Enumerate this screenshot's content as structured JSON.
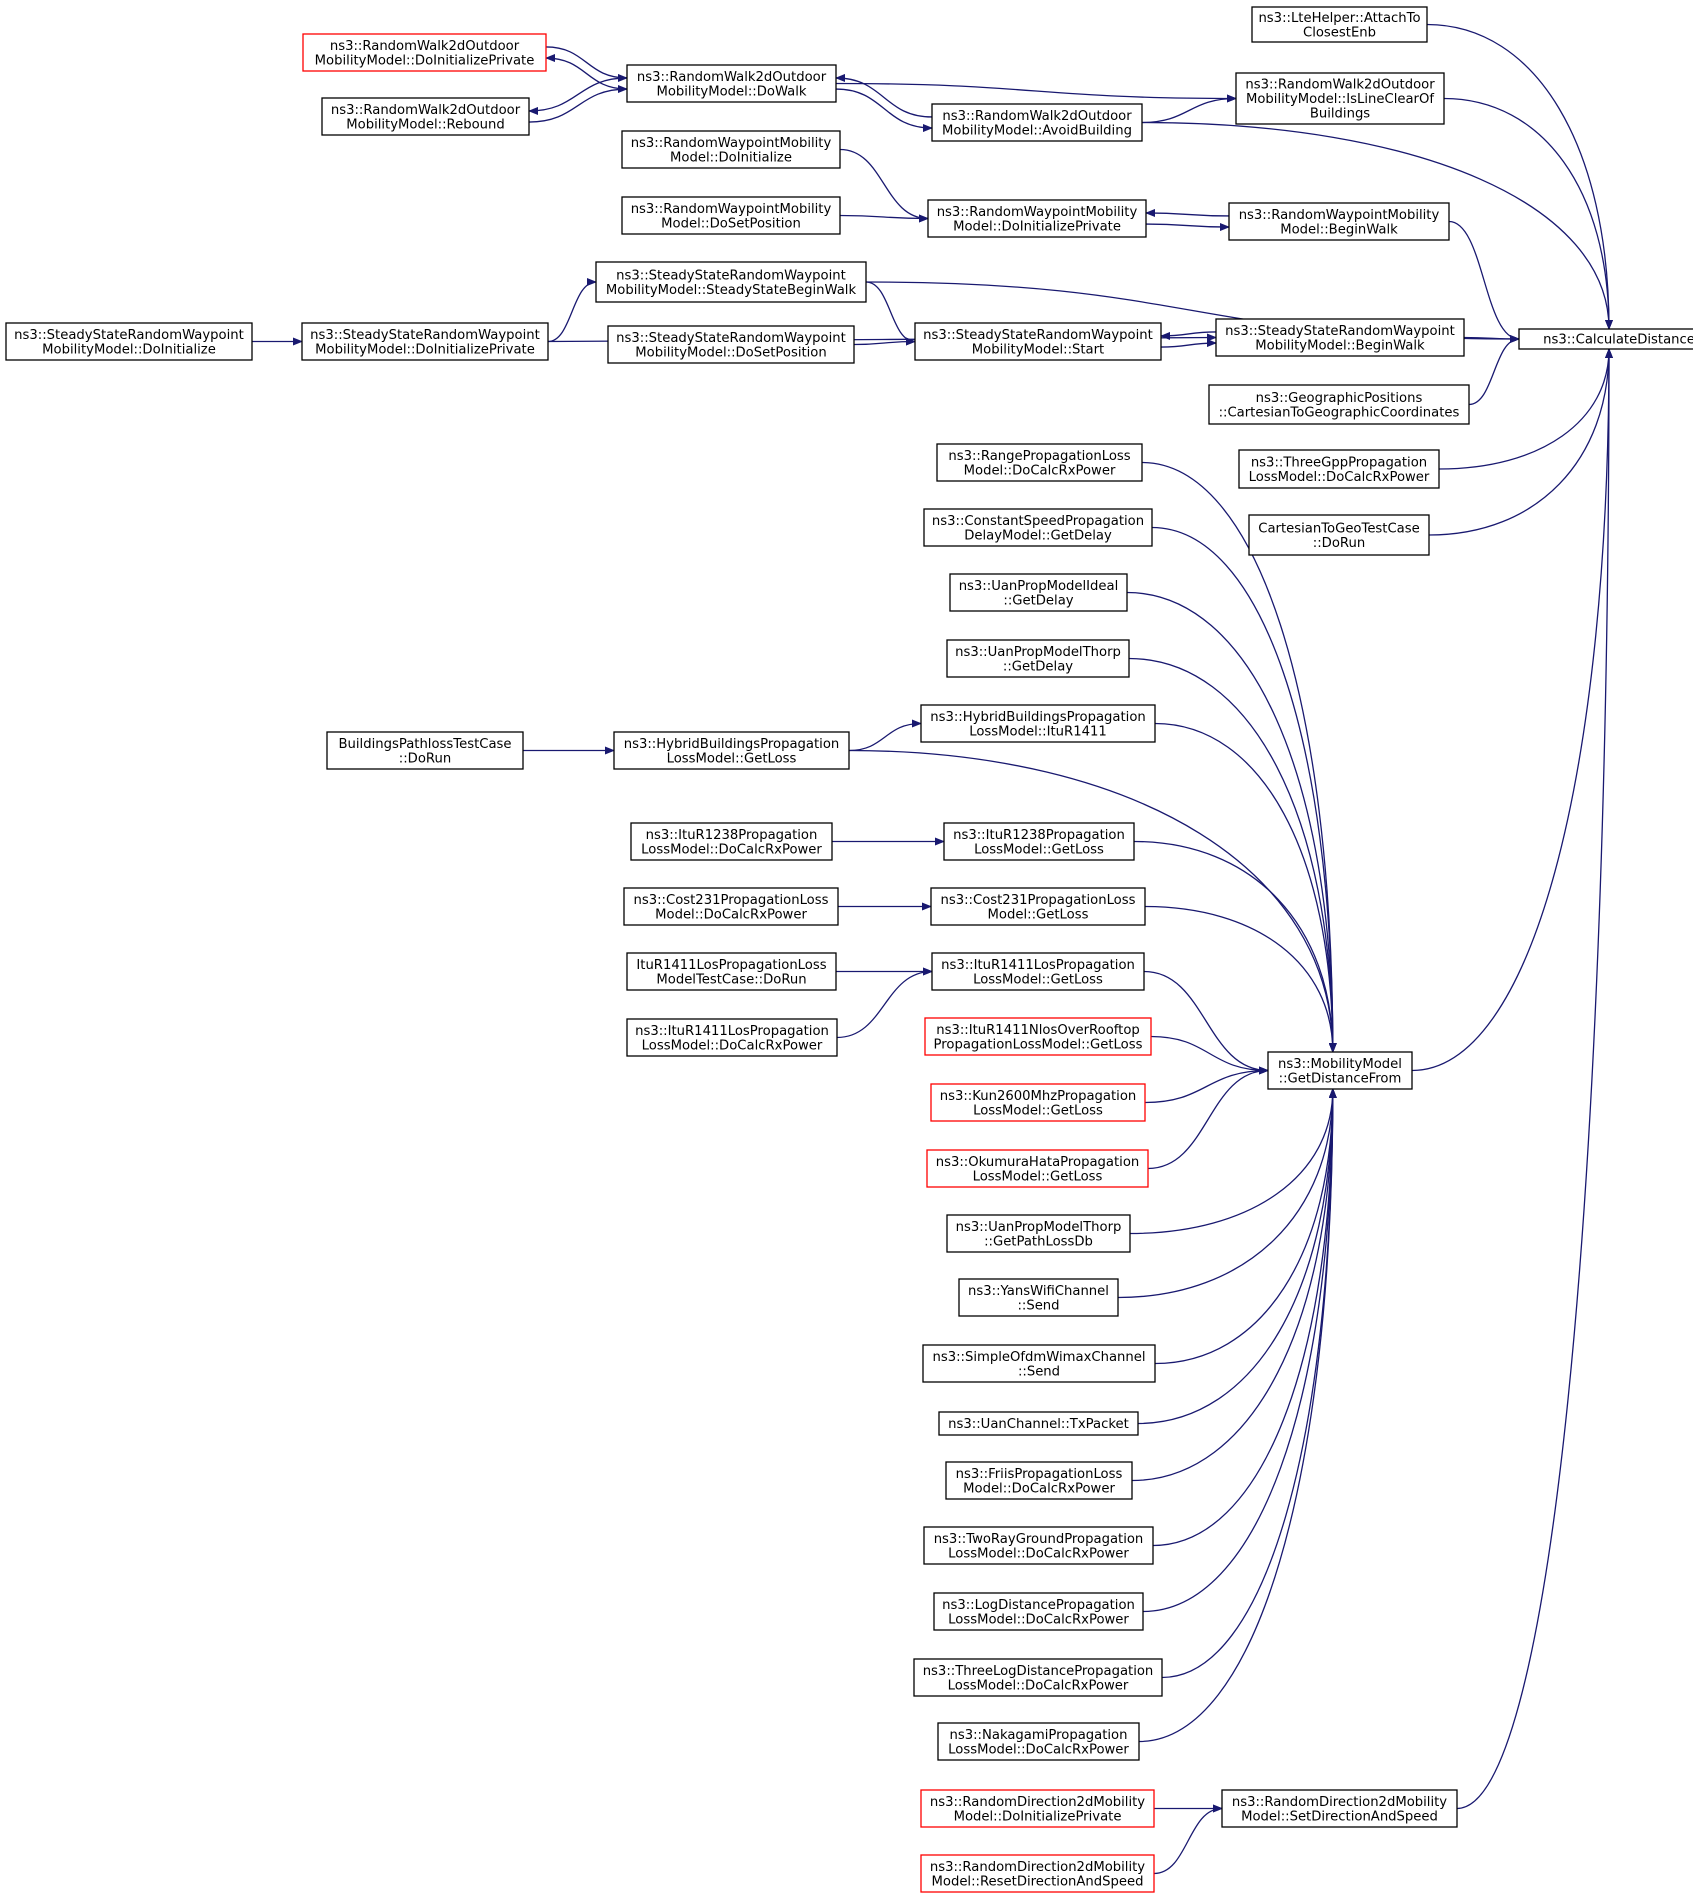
{
  "colors": {
    "edge": "#191970",
    "node_border": "#000000",
    "node_border_truncated": "#ff0000",
    "focus_fill": "#bfbfbf",
    "node_fill": "#ffffff"
  },
  "nodes": {
    "calc_distance": {
      "lines": [
        "ns3::CalculateDistance"
      ],
      "focus": true
    },
    "lte_attach": {
      "lines": [
        "ns3::LteHelper::AttachTo",
        "ClosestEnb"
      ]
    },
    "rw2d_isclear": {
      "lines": [
        "ns3::RandomWalk2dOutdoor",
        "MobilityModel::IsLineClearOf",
        "Buildings"
      ]
    },
    "rw2d_avoid": {
      "lines": [
        "ns3::RandomWalk2dOutdoor",
        "MobilityModel::AvoidBuilding"
      ]
    },
    "rw2d_dowalk": {
      "lines": [
        "ns3::RandomWalk2dOutdoor",
        "MobilityModel::DoWalk"
      ]
    },
    "rw2d_doinitpriv": {
      "lines": [
        "ns3::RandomWalk2dOutdoor",
        "MobilityModel::DoInitializePrivate"
      ],
      "truncated": true
    },
    "rw2d_rebound": {
      "lines": [
        "ns3::RandomWalk2dOutdoor",
        "MobilityModel::Rebound"
      ]
    },
    "rwp_doinit": {
      "lines": [
        "ns3::RandomWaypointMobility",
        "Model::DoInitialize"
      ]
    },
    "rwp_dosetpos": {
      "lines": [
        "ns3::RandomWaypointMobility",
        "Model::DoSetPosition"
      ]
    },
    "rwp_doinitpriv": {
      "lines": [
        "ns3::RandomWaypointMobility",
        "Model::DoInitializePrivate"
      ]
    },
    "rwp_beginwalk": {
      "lines": [
        "ns3::RandomWaypointMobility",
        "Model::BeginWalk"
      ]
    },
    "ssrwp_ssbegin": {
      "lines": [
        "ns3::SteadyStateRandomWaypoint",
        "MobilityModel::SteadyStateBeginWalk"
      ]
    },
    "ssrwp_doinit": {
      "lines": [
        "ns3::SteadyStateRandomWaypoint",
        "MobilityModel::DoInitialize"
      ]
    },
    "ssrwp_doinitpriv": {
      "lines": [
        "ns3::SteadyStateRandomWaypoint",
        "MobilityModel::DoInitializePrivate"
      ]
    },
    "ssrwp_dosetpos": {
      "lines": [
        "ns3::SteadyStateRandomWaypoint",
        "MobilityModel::DoSetPosition"
      ]
    },
    "ssrwp_start": {
      "lines": [
        "ns3::SteadyStateRandomWaypoint",
        "MobilityModel::Start"
      ]
    },
    "ssrwp_beginwalk": {
      "lines": [
        "ns3::SteadyStateRandomWaypoint",
        "MobilityModel::BeginWalk"
      ]
    },
    "geo_cart": {
      "lines": [
        "ns3::GeographicPositions",
        "::CartesianToGeographicCoordinates"
      ]
    },
    "threegpp_calc": {
      "lines": [
        "ns3::ThreeGppPropagation",
        "LossModel::DoCalcRxPower"
      ]
    },
    "cart_geo_test": {
      "lines": [
        "CartesianToGeoTestCase",
        "::DoRun"
      ]
    },
    "range_calc": {
      "lines": [
        "ns3::RangePropagationLoss",
        "Model::DoCalcRxPower"
      ]
    },
    "constspeed_delay": {
      "lines": [
        "ns3::ConstantSpeedPropagation",
        "DelayModel::GetDelay"
      ]
    },
    "uan_ideal_delay": {
      "lines": [
        "ns3::UanPropModelIdeal",
        "::GetDelay"
      ]
    },
    "uan_thorp_delay": {
      "lines": [
        "ns3::UanPropModelThorp",
        "::GetDelay"
      ]
    },
    "hybrid_itur1411": {
      "lines": [
        "ns3::HybridBuildingsPropagation",
        "LossModel::ItuR1411"
      ]
    },
    "hybrid_getloss": {
      "lines": [
        "ns3::HybridBuildingsPropagation",
        "LossModel::GetLoss"
      ]
    },
    "bldg_pathloss_test": {
      "lines": [
        "BuildingsPathlossTestCase",
        "::DoRun"
      ]
    },
    "itur1238_calc": {
      "lines": [
        "ns3::ItuR1238Propagation",
        "LossModel::DoCalcRxPower"
      ]
    },
    "itur1238_getloss": {
      "lines": [
        "ns3::ItuR1238Propagation",
        "LossModel::GetLoss"
      ]
    },
    "cost231_calc": {
      "lines": [
        "ns3::Cost231PropagationLoss",
        "Model::DoCalcRxPower"
      ]
    },
    "cost231_getloss": {
      "lines": [
        "ns3::Cost231PropagationLoss",
        "Model::GetLoss"
      ]
    },
    "itur1411los_test": {
      "lines": [
        "ItuR1411LosPropagationLoss",
        "ModelTestCase::DoRun"
      ]
    },
    "itur1411los_calc": {
      "lines": [
        "ns3::ItuR1411LosPropagation",
        "LossModel::DoCalcRxPower"
      ]
    },
    "itur1411los_getloss": {
      "lines": [
        "ns3::ItuR1411LosPropagation",
        "LossModel::GetLoss"
      ]
    },
    "itur1411nlos_getloss": {
      "lines": [
        "ns3::ItuR1411NlosOverRooftop",
        "PropagationLossModel::GetLoss"
      ],
      "truncated": true
    },
    "kun2600_getloss": {
      "lines": [
        "ns3::Kun2600MhzPropagation",
        "LossModel::GetLoss"
      ],
      "truncated": true
    },
    "okumura_getloss": {
      "lines": [
        "ns3::OkumuraHataPropagation",
        "LossModel::GetLoss"
      ],
      "truncated": true
    },
    "uan_thorp_pathloss": {
      "lines": [
        "ns3::UanPropModelThorp",
        "::GetPathLossDb"
      ]
    },
    "yans_send": {
      "lines": [
        "ns3::YansWifiChannel",
        "::Send"
      ]
    },
    "ofdm_send": {
      "lines": [
        "ns3::SimpleOfdmWimaxChannel",
        "::Send"
      ]
    },
    "uan_txpacket": {
      "lines": [
        "ns3::UanChannel::TxPacket"
      ]
    },
    "friis_calc": {
      "lines": [
        "ns3::FriisPropagationLoss",
        "Model::DoCalcRxPower"
      ]
    },
    "tworay_calc": {
      "lines": [
        "ns3::TwoRayGroundPropagation",
        "LossModel::DoCalcRxPower"
      ]
    },
    "logdist_calc": {
      "lines": [
        "ns3::LogDistancePropagation",
        "LossModel::DoCalcRxPower"
      ]
    },
    "threelog_calc": {
      "lines": [
        "ns3::ThreeLogDistancePropagation",
        "LossModel::DoCalcRxPower"
      ]
    },
    "nakagami_calc": {
      "lines": [
        "ns3::NakagamiPropagation",
        "LossModel::DoCalcRxPower"
      ]
    },
    "mobility_getdist": {
      "lines": [
        "ns3::MobilityModel",
        "::GetDistanceFrom"
      ]
    },
    "rd2d_doinitpriv": {
      "lines": [
        "ns3::RandomDirection2dMobility",
        "Model::DoInitializePrivate"
      ],
      "truncated": true
    },
    "rd2d_resetdir": {
      "lines": [
        "ns3::RandomDirection2dMobility",
        "Model::ResetDirectionAndSpeed"
      ],
      "truncated": true
    },
    "rd2d_setdir": {
      "lines": [
        "ns3::RandomDirection2dMobility",
        "Model::SetDirectionAndSpeed"
      ]
    }
  },
  "edges": [
    {
      "from": "lte_attach",
      "to": "calc_distance"
    },
    {
      "from": "rw2d_isclear",
      "to": "calc_distance"
    },
    {
      "from": "rw2d_avoid",
      "to": "calc_distance"
    },
    {
      "from": "rwp_beginwalk",
      "to": "calc_distance"
    },
    {
      "from": "ssrwp_ssbegin",
      "to": "calc_distance"
    },
    {
      "from": "ssrwp_beginwalk",
      "to": "calc_distance"
    },
    {
      "from": "geo_cart",
      "to": "calc_distance"
    },
    {
      "from": "threegpp_calc",
      "to": "calc_distance"
    },
    {
      "from": "cart_geo_test",
      "to": "calc_distance"
    },
    {
      "from": "mobility_getdist",
      "to": "calc_distance"
    },
    {
      "from": "rd2d_setdir",
      "to": "calc_distance"
    },
    {
      "from": "rw2d_avoid",
      "to": "rw2d_isclear"
    },
    {
      "from": "rw2d_dowalk",
      "to": "rw2d_isclear"
    },
    {
      "from": "rw2d_dowalk",
      "to": "rw2d_avoid"
    },
    {
      "from": "rw2d_avoid",
      "to": "rw2d_dowalk"
    },
    {
      "from": "rw2d_doinitpriv",
      "to": "rw2d_dowalk"
    },
    {
      "from": "rw2d_rebound",
      "to": "rw2d_dowalk"
    },
    {
      "from": "rw2d_dowalk",
      "to": "rw2d_doinitpriv"
    },
    {
      "from": "rw2d_dowalk",
      "to": "rw2d_rebound"
    },
    {
      "from": "rwp_doinit",
      "to": "rwp_doinitpriv"
    },
    {
      "from": "rwp_dosetpos",
      "to": "rwp_doinitpriv"
    },
    {
      "from": "rwp_beginwalk",
      "to": "rwp_doinitpriv"
    },
    {
      "from": "rwp_doinitpriv",
      "to": "rwp_beginwalk"
    },
    {
      "from": "ssrwp_doinitpriv",
      "to": "ssrwp_ssbegin"
    },
    {
      "from": "ssrwp_doinit",
      "to": "ssrwp_doinitpriv"
    },
    {
      "from": "ssrwp_ssbegin",
      "to": "ssrwp_start"
    },
    {
      "from": "ssrwp_dosetpos",
      "to": "ssrwp_start"
    },
    {
      "from": "ssrwp_beginwalk",
      "to": "ssrwp_start"
    },
    {
      "from": "ssrwp_start",
      "to": "ssrwp_beginwalk"
    },
    {
      "from": "ssrwp_doinitpriv",
      "to": "ssrwp_beginwalk"
    },
    {
      "from": "range_calc",
      "to": "mobility_getdist"
    },
    {
      "from": "constspeed_delay",
      "to": "mobility_getdist"
    },
    {
      "from": "uan_ideal_delay",
      "to": "mobility_getdist"
    },
    {
      "from": "uan_thorp_delay",
      "to": "mobility_getdist"
    },
    {
      "from": "hybrid_itur1411",
      "to": "mobility_getdist"
    },
    {
      "from": "hybrid_getloss",
      "to": "mobility_getdist"
    },
    {
      "from": "itur1238_getloss",
      "to": "mobility_getdist"
    },
    {
      "from": "cost231_getloss",
      "to": "mobility_getdist"
    },
    {
      "from": "itur1411los_getloss",
      "to": "mobility_getdist"
    },
    {
      "from": "itur1411nlos_getloss",
      "to": "mobility_getdist"
    },
    {
      "from": "kun2600_getloss",
      "to": "mobility_getdist"
    },
    {
      "from": "okumura_getloss",
      "to": "mobility_getdist"
    },
    {
      "from": "uan_thorp_pathloss",
      "to": "mobility_getdist"
    },
    {
      "from": "yans_send",
      "to": "mobility_getdist"
    },
    {
      "from": "ofdm_send",
      "to": "mobility_getdist"
    },
    {
      "from": "uan_txpacket",
      "to": "mobility_getdist"
    },
    {
      "from": "friis_calc",
      "to": "mobility_getdist"
    },
    {
      "from": "tworay_calc",
      "to": "mobility_getdist"
    },
    {
      "from": "logdist_calc",
      "to": "mobility_getdist"
    },
    {
      "from": "threelog_calc",
      "to": "mobility_getdist"
    },
    {
      "from": "nakagami_calc",
      "to": "mobility_getdist"
    },
    {
      "from": "hybrid_getloss",
      "to": "hybrid_itur1411"
    },
    {
      "from": "bldg_pathloss_test",
      "to": "hybrid_getloss"
    },
    {
      "from": "itur1238_calc",
      "to": "itur1238_getloss"
    },
    {
      "from": "cost231_calc",
      "to": "cost231_getloss"
    },
    {
      "from": "itur1411los_test",
      "to": "itur1411los_getloss"
    },
    {
      "from": "itur1411los_calc",
      "to": "itur1411los_getloss"
    },
    {
      "from": "rd2d_doinitpriv",
      "to": "rd2d_setdir"
    },
    {
      "from": "rd2d_resetdir",
      "to": "rd2d_setdir"
    }
  ]
}
